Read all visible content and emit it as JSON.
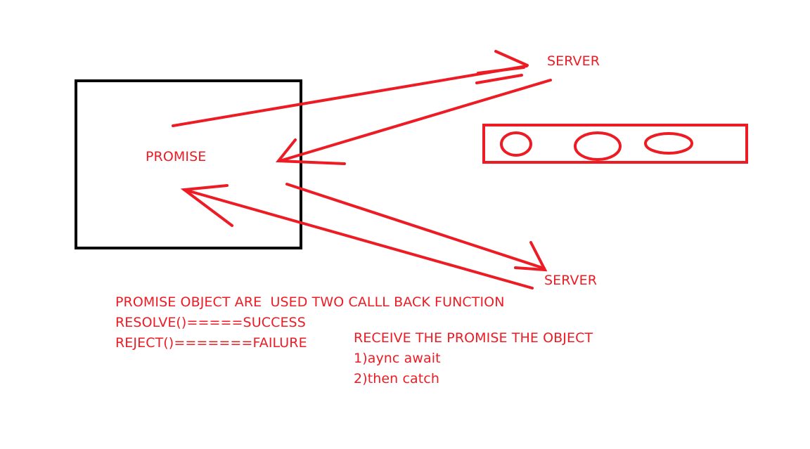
{
  "colors": {
    "ink": "#ed1c24",
    "box": "#000000",
    "background": "#ffffff"
  },
  "diagram": {
    "promise_label": "PROMISE",
    "server_top_label": "SERVER",
    "server_bottom_label": "SERVER"
  },
  "notes": {
    "left": {
      "line1": "PROMISE OBJECT ARE  USED TWO CALLL BACK FUNCTION",
      "line2": "RESOLVE()=====SUCCESS",
      "line3": "REJECT()=======FAILURE"
    },
    "right": {
      "line1": "RECEIVE THE PROMISE THE OBJECT",
      "line2": "1)aync await",
      "line3": "2)then catch"
    }
  }
}
